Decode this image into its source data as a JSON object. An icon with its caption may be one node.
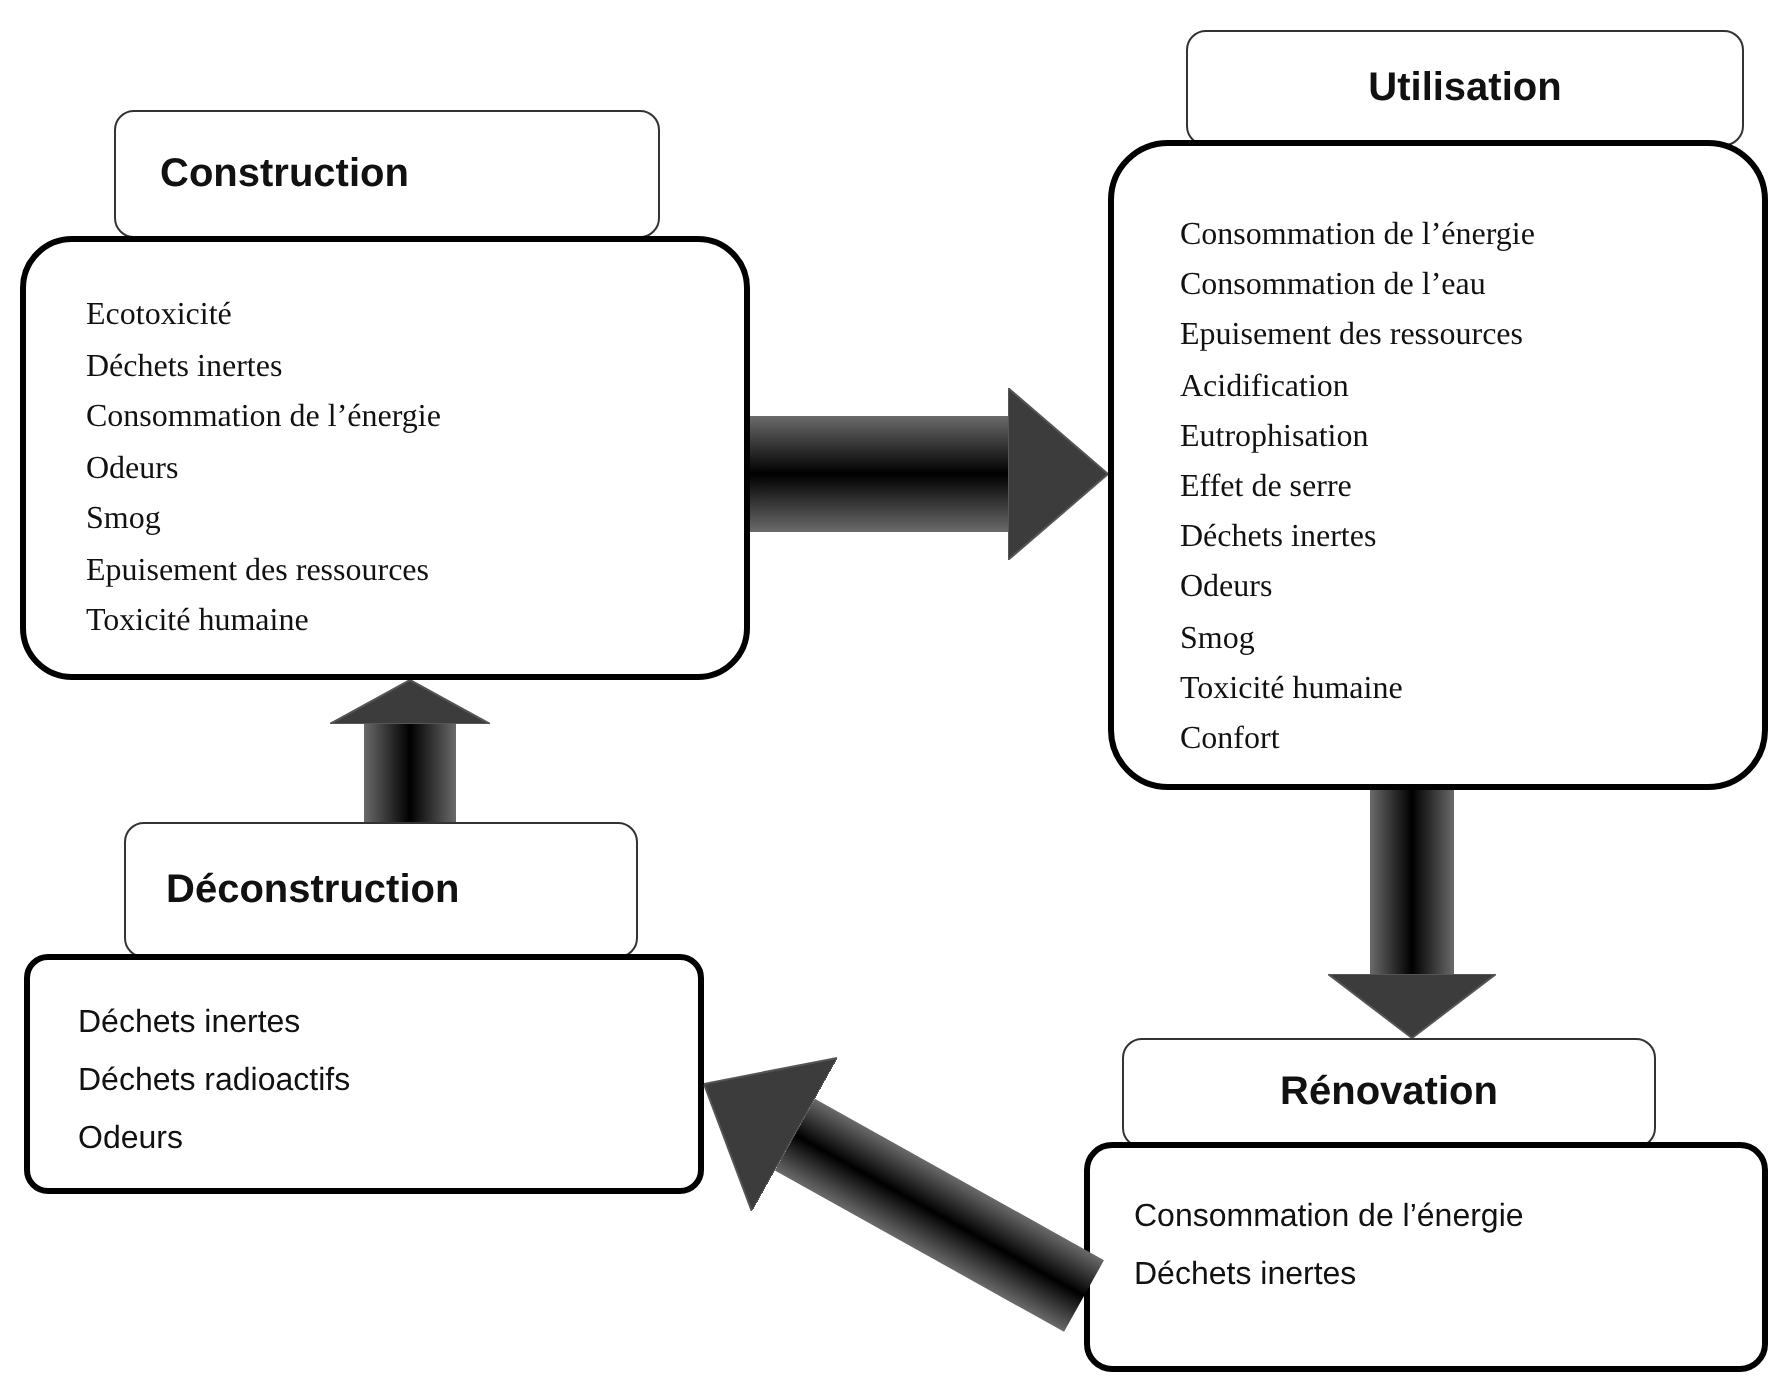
{
  "diagram": {
    "nodes": [
      {
        "text": [
          "Construction"
        ]
      },
      {
        "text": [
          "Ecotoxicité",
          "Déchets inertes",
          "Consommation de l’énergie",
          "Odeurs",
          "Smog",
          "Epuisement des ressources",
          "Toxicité humaine"
        ]
      },
      {
        "text": [
          "Utilisation"
        ]
      },
      {
        "text": [
          "Consommation de l’énergie",
          "Consommation de l’eau",
          "Epuisement des ressources",
          "Acidification",
          "Eutrophisation",
          "Effet de serre",
          "Déchets inertes",
          "Odeurs",
          "Smog",
          "Toxicité humaine",
          "Confort"
        ]
      },
      {
        "text": [
          "Rénovation"
        ]
      },
      {
        "text": [
          "Consommation de l’énergie",
          "Déchets inertes"
        ]
      },
      {
        "text": [
          "Déconstruction"
        ]
      },
      {
        "text": [
          "Déchets inertes",
          "Déchets radioactifs",
          "Odeurs"
        ]
      }
    ],
    "edges": [
      {
        "from": 1,
        "to": 3,
        "arrow": "to"
      },
      {
        "from": 3,
        "to": 4,
        "arrow": "to"
      },
      {
        "from": 5,
        "to": 7,
        "arrow": "to"
      },
      {
        "from": 6,
        "to": 1,
        "arrow": "to"
      }
    ]
  }
}
